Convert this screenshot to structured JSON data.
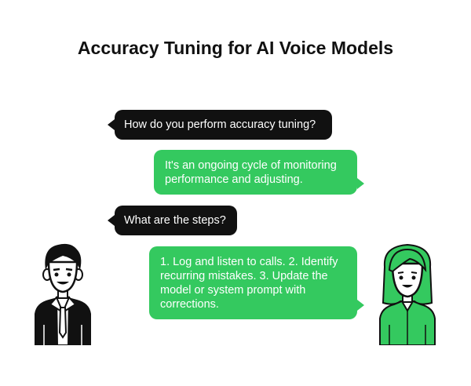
{
  "title": "Accuracy Tuning for AI Voice Models",
  "colors": {
    "question_bubble": "#111111",
    "answer_bubble": "#34c95f",
    "text_on_bubble": "#ffffff",
    "title_text": "#111111"
  },
  "messages": [
    {
      "speaker": "man",
      "text": "How do you perform accuracy tuning?"
    },
    {
      "speaker": "woman",
      "text": "It's an ongoing cycle of monitoring performance and adjusting."
    },
    {
      "speaker": "man",
      "text": "What are the steps?"
    },
    {
      "speaker": "woman",
      "text": "1. Log and listen to calls. 2. Identify recurring mistakes. 3. Update the model or system prompt with corrections."
    }
  ],
  "characters": {
    "left": {
      "icon": "man-avatar-icon"
    },
    "right": {
      "icon": "woman-avatar-icon"
    }
  }
}
